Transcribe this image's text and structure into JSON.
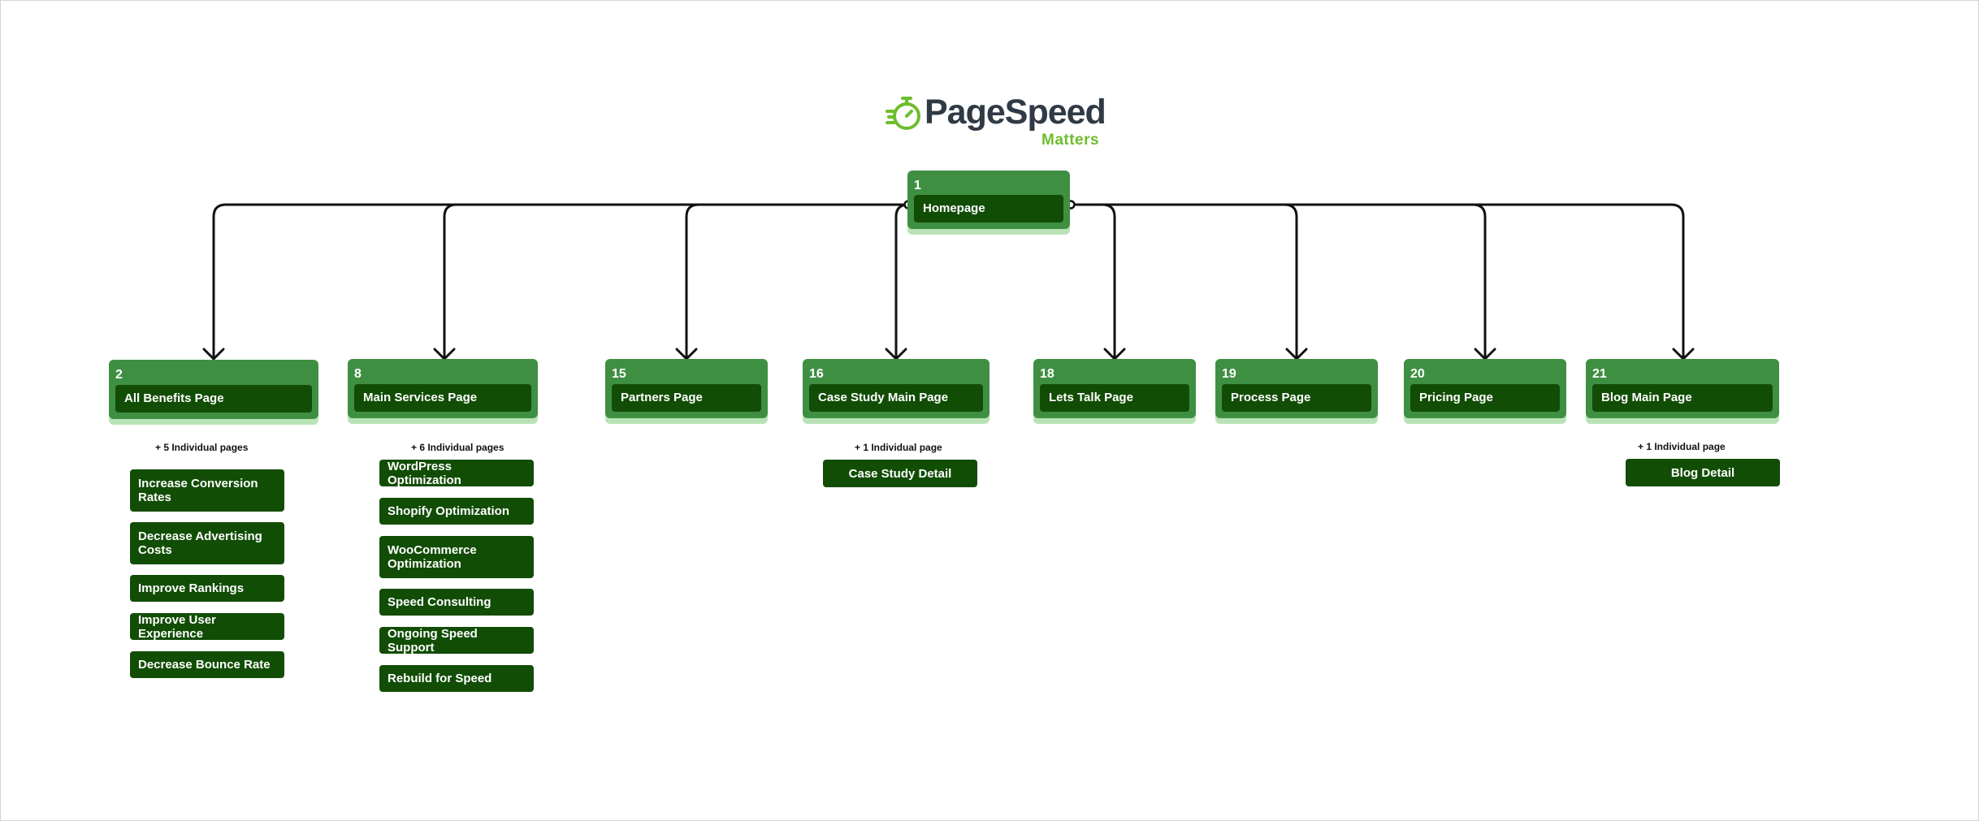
{
  "brand": {
    "name": "PageSpeed",
    "tagline": "Matters",
    "icon": "stopwatch-icon",
    "colors": {
      "dark": "#2f3a45",
      "green": "#6dbd2d"
    }
  },
  "colors": {
    "card": "#3f8f42",
    "label": "#124d06",
    "shadow": "#b9e3b6",
    "line": "#111111"
  },
  "root": {
    "number": "1",
    "label": "Homepage"
  },
  "sections": [
    {
      "number": "2",
      "label": "All Benefits Page",
      "note": "+ 5 Individual pages",
      "children": [
        "Increase Conversion Rates",
        "Decrease  Advertising Costs",
        "Improve Rankings",
        "Improve User Experience",
        "Decrease Bounce Rate"
      ]
    },
    {
      "number": "8",
      "label": "Main Services Page",
      "note": "+ 6 Individual pages",
      "children": [
        "WordPress Optimization",
        "Shopify Optimization",
        "WooCommerce Optimization",
        "Speed Consulting",
        "Ongoing Speed Support",
        "Rebuild for Speed"
      ]
    },
    {
      "number": "15",
      "label": "Partners Page",
      "note": "",
      "children": []
    },
    {
      "number": "16",
      "label": "Case Study Main Page",
      "note": "+ 1 Individual page",
      "children": [
        "Case Study Detail"
      ]
    },
    {
      "number": "18",
      "label": "Lets Talk Page",
      "note": "",
      "children": []
    },
    {
      "number": "19",
      "label": "Process Page",
      "note": "",
      "children": []
    },
    {
      "number": "20",
      "label": "Pricing Page",
      "note": "",
      "children": []
    },
    {
      "number": "21",
      "label": "Blog Main Page",
      "note": "+ 1 Individual page",
      "children": [
        "Blog Detail"
      ]
    }
  ]
}
